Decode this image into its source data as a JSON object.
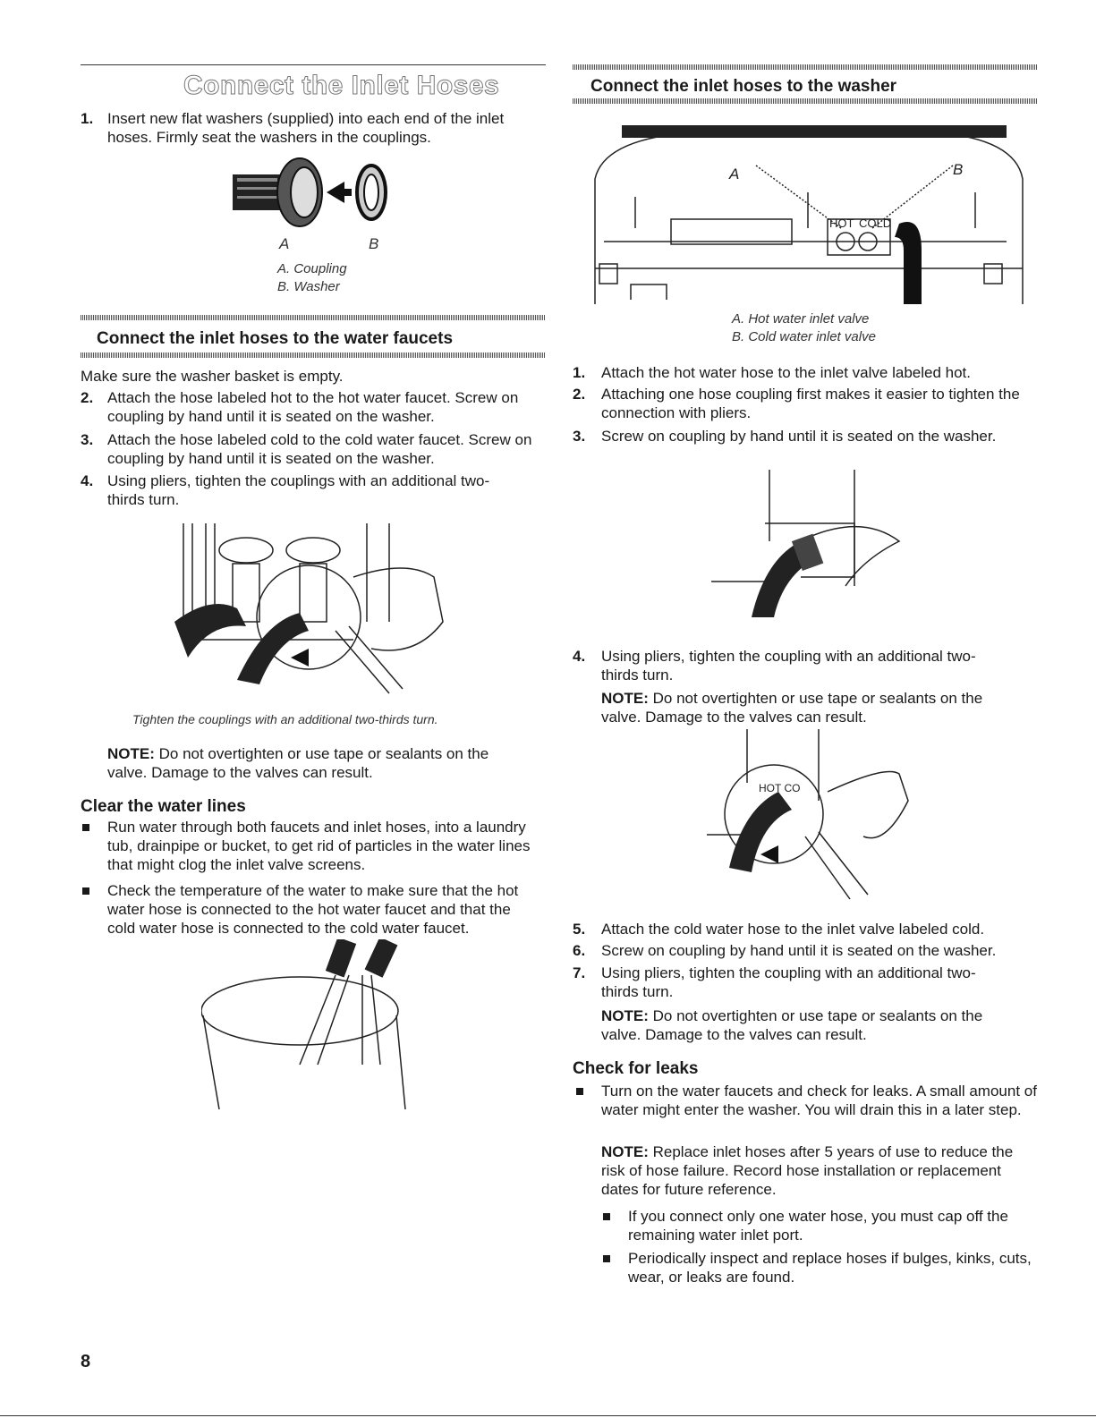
{
  "page_number": "8",
  "left": {
    "title": "Connect the Inlet Hoses",
    "step1_num": "1.",
    "step1_text": "Insert new flat washers (supplied) into each end of the inlet hoses. Firmly seat the washers in the couplings.",
    "fig1_label_a": "A",
    "fig1_label_b": "B",
    "fig1_caption_a": "A. Coupling",
    "fig1_caption_b": "B. Washer",
    "faucets_heading": "Connect the inlet hoses to the water faucets",
    "faucets_intro": "Make sure the washer basket is empty.",
    "faucets_steps": [
      {
        "num": "2.",
        "text": "Attach the hose labeled hot to the hot water faucet. Screw on coupling by hand until it is seated on the washer."
      },
      {
        "num": "3.",
        "text": "Attach the hose labeled cold to the cold water faucet. Screw on coupling by hand until it is seated on the washer."
      },
      {
        "num": "4.",
        "text": "Using pliers, tighten the couplings with an additional two-thirds turn."
      }
    ],
    "fig2_caption": "Tighten the couplings with an additional two-thirds turn.",
    "note1_label": "NOTE:",
    "note1_text": " Do not overtighten or use tape or sealants on the valve. Damage to the valves can result.",
    "clear_heading": "Clear the water lines",
    "clear_bullets": [
      "Run water through both faucets and inlet hoses, into a laundry tub, drainpipe or bucket, to get rid of particles in the water lines that might clog the inlet valve screens.",
      "Check the temperature of the water to make sure that the hot water hose is connected to the hot water faucet and that the cold water hose is connected to the cold water faucet."
    ]
  },
  "right": {
    "washer_heading": "Connect the inlet hoses to the washer",
    "fig_label_a": "A",
    "fig_label_b": "B",
    "fig_hot": "HOT",
    "fig_cold": "COLD",
    "fig_caption_a": "A. Hot water inlet valve",
    "fig_caption_b": "B. Cold water inlet valve",
    "steps_a": [
      {
        "num": "1.",
        "text": "Attach the hot water hose to the inlet valve labeled hot."
      },
      {
        "num": "2.",
        "text": "Attaching one hose coupling first makes it easier to tighten the connection with pliers."
      },
      {
        "num": "3.",
        "text": "Screw on coupling by hand until it is seated on the washer."
      }
    ],
    "step4_num": "4.",
    "step4_text": "Using pliers, tighten the coupling with an additional two-thirds turn.",
    "note2_label": "NOTE:",
    "note2_text": " Do not overtighten or use tape or sealants on the valve. Damage to the valves can result.",
    "fig_hot_co": "HOT CO",
    "steps_b": [
      {
        "num": "5.",
        "text": "Attach the cold water hose to the inlet valve labeled cold."
      },
      {
        "num": "6.",
        "text": "Screw on coupling by hand until it is seated on the washer."
      },
      {
        "num": "7.",
        "text": "Using pliers, tighten the coupling with an additional two-thirds turn."
      }
    ],
    "note3_label": "NOTE:",
    "note3_text": " Do not overtighten or use tape or sealants on the valve. Damage to the valves can result.",
    "leaks_heading": "Check for leaks",
    "leaks_bullet": "Turn on the water faucets and check for leaks. A small amount of water might enter the washer. You will drain this in a later step.",
    "note4_label": "NOTE:",
    "note4_text": " Replace inlet hoses after 5 years of use to reduce the risk of hose failure. Record hose installation or replacement dates for future reference.",
    "sub_bullets": [
      "If you connect only one water hose, you must cap off the remaining water inlet port.",
      "Periodically inspect and replace hoses if bulges, kinks, cuts, wear, or leaks are found."
    ]
  }
}
